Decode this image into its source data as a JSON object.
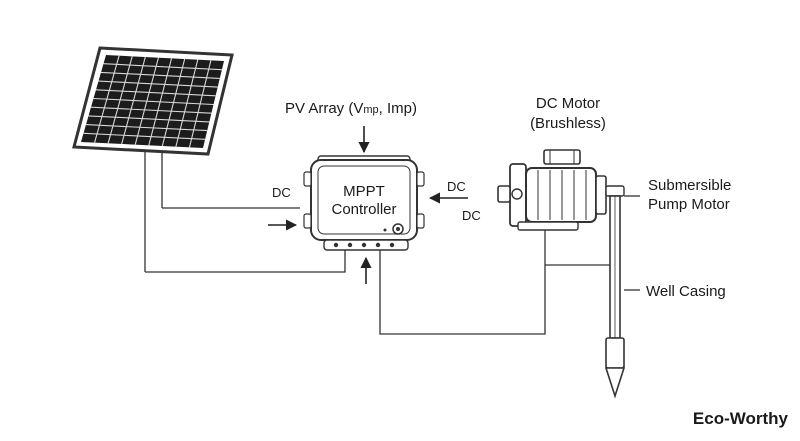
{
  "labels": {
    "pv_array": "PV Array (V",
    "pv_sub_mp": "mp",
    "pv_comma": ", Imp)",
    "motor_line1": "DC Motor",
    "motor_line2": "(Brushless)",
    "controller_line1": "MPPT",
    "controller_line2": "Controller",
    "dc_left": "DC",
    "dc_right_top": "DC",
    "dc_right_bottom": "DC",
    "pump_line1": "Submersible",
    "pump_line2": "Pump Motor",
    "well_casing": "Well Casing",
    "brand": "Eco-Worthy"
  },
  "colors": {
    "line": "#333333",
    "panel_cell": "#1c1c1c",
    "panel_grid": "#d8d8d8",
    "background": "#ffffff"
  }
}
